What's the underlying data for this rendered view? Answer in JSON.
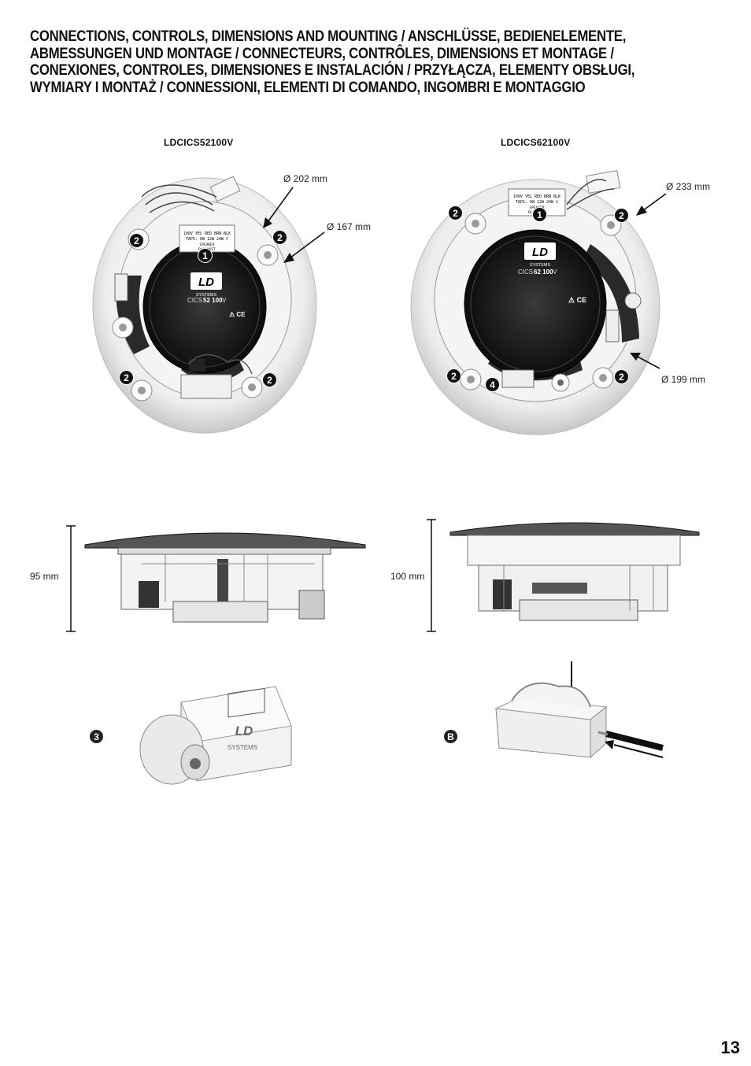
{
  "heading": {
    "lines": [
      "CONNECTIONS, CONTROLS, DIMENSIONS AND MOUNTING / ANSCHLÜSSE, BEDIENELEMENTE,",
      "ABMESSUNGEN UND MONTAGE / CONNECTEURS, CONTRÔLES, DIMENSIONS ET MONTAGE /",
      "CONEXIONES, CONTROLES, DIMENSIONES E INSTALACIÓN / PRZYŁĄCZA, ELEMENTY OBSŁUGI,",
      "WYMIARY I MONTAŻ / CONNESSIONI, ELEMENTI DI COMANDO, INGOMBRI E MONTAGGIO"
    ]
  },
  "left_model": {
    "name": "LDCICS52100V",
    "dim_outer": "Ø 202 mm",
    "dim_inner": "Ø 167 mm",
    "height": "95 mm",
    "badges": [
      "2",
      "2",
      "1",
      "2",
      "2"
    ],
    "logo": "LD",
    "logo_sub": "SYSTEMS",
    "model_prefix": "CICS",
    "model_code": "52 100",
    "model_suffix": "V",
    "label_line1": "100V  YEL  RED  BRN  BLK",
    "label_line2": "TAPS: 6W  12W  24W  C",
    "label_line3": "SPEAKER",
    "label_line4": "BLK           WHIT"
  },
  "right_model": {
    "name": "LDCICS62100V",
    "dim_outer": "Ø 233 mm",
    "dim_inner": "Ø 199 mm",
    "height": "100 mm",
    "badges": [
      "2",
      "1",
      "2",
      "2",
      "4",
      "2"
    ],
    "logo": "LD",
    "logo_sub": "SYSTEMS",
    "model_prefix": "CICS",
    "model_code": "62 100",
    "model_suffix": "V",
    "label_line1": "100V  YEL  RED  BRN  BLK",
    "label_line2": "TAPS: 6W  12W  24W  C",
    "label_line3": "SPEAKER",
    "label_line4": "BLK           WHIT"
  },
  "detail": {
    "clamp_badge": "3",
    "clamp_logo": "LD",
    "clamp_logo_sub": "SYSTEMS",
    "terminal_badge": "B"
  },
  "page_number": "13"
}
